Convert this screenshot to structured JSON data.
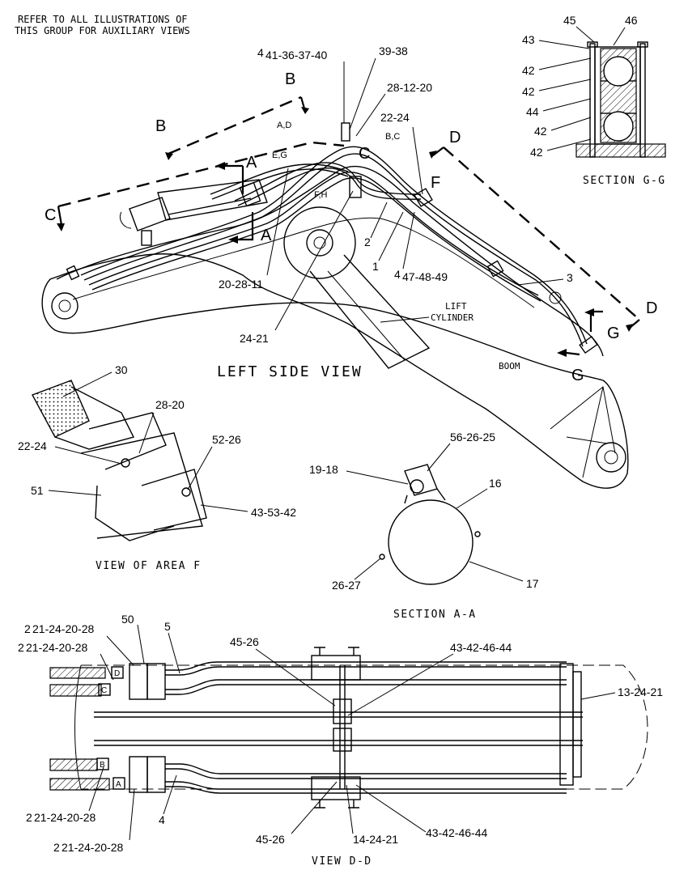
{
  "header_note": {
    "line1": "REFER TO ALL ILLUSTRATIONS OF",
    "line2": "THIS GROUP FOR AUXILIARY VIEWS"
  },
  "view_titles": {
    "left_side_view": "LEFT SIDE VIEW",
    "section_gg": "SECTION G-G",
    "view_area_f": "VIEW OF AREA F",
    "section_aa": "SECTION A-A",
    "view_dd": "VIEW D-D"
  },
  "component_labels": {
    "lift": "LIFT",
    "cylinder": "CYLINDER",
    "boom": "BOOM"
  },
  "section_letters": {
    "A": "A",
    "B": "B",
    "C": "C",
    "D": "D",
    "F": "F",
    "G": "G"
  },
  "hose_tags": {
    "ad": "A,D",
    "bc": "B,C",
    "eg": "E,G",
    "fh": "F,H",
    "fitting_a": "A",
    "fitting_b": "B",
    "fitting_c": "C",
    "fitting_d": "D"
  },
  "callouts": {
    "c_41_36_37_40": "41-36-37-40",
    "c_41_qty": "4",
    "c_39_38": "39-38",
    "c_28_12_20": "28-12-20",
    "c_22_24_top": "22-24",
    "c_47_48_49": "47-48-49",
    "c_47_qty": "4",
    "c_1": "1",
    "c_2": "2",
    "c_3": "3",
    "c_20_28_11": "20-28-11",
    "c_24_21": "24-21",
    "gg_45": "45",
    "gg_46": "46",
    "gg_43": "43",
    "gg_42a": "42",
    "gg_42b": "42",
    "gg_44": "44",
    "gg_42c": "42",
    "gg_42d": "42",
    "f_30": "30",
    "f_28_20": "28-20",
    "f_22_24": "22-24",
    "f_52_26": "52-26",
    "f_51": "51",
    "f_43_53_42": "43-53-42",
    "a_56_26_25": "56-26-25",
    "a_19_18": "19-18",
    "a_16": "16",
    "a_26_27": "26-27",
    "a_17": "17",
    "d_21_24_20_28_1": "21-24-20-28",
    "d_qty_1": "2",
    "d_21_24_20_28_2": "21-24-20-28",
    "d_qty_2": "2",
    "d_50": "50",
    "d_5": "5",
    "d_45_26_top": "45-26",
    "d_43_42_46_44_top": "43-42-46-44",
    "d_13_24_21": "13-24-21",
    "d_21_24_20_28_3": "21-24-20-28",
    "d_qty_3": "2",
    "d_4": "4",
    "d_21_24_20_28_4": "21-24-20-28",
    "d_qty_4": "2",
    "d_45_26_bottom": "45-26",
    "d_14_24_21": "14-24-21",
    "d_43_42_46_44_bottom": "43-42-46-44"
  }
}
